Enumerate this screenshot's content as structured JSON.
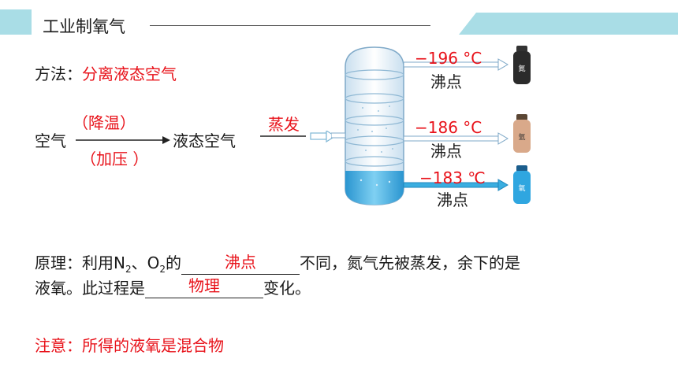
{
  "header": {
    "title": "工业制氧气"
  },
  "method": {
    "label": "方法：",
    "value": "分离液态空气"
  },
  "process": {
    "input": "空气",
    "condition_top": "（降温）",
    "condition_bottom": "（加压  ）",
    "output": "液态空气",
    "step": "蒸发"
  },
  "column": {
    "outputs": [
      {
        "temp": "−196 °C",
        "label": "沸点"
      },
      {
        "temp": "−186 °C",
        "label": "沸点"
      },
      {
        "temp": "−183 ℃",
        "label": "沸点"
      }
    ],
    "bottles": [
      "氮",
      "氩",
      "氧"
    ]
  },
  "principle": {
    "prefix": "原理：利用N",
    "sub1": "2",
    "sep": "、O",
    "sub2": "2",
    "mid": "的",
    "blank1": "沸点",
    "suffix1": "不同，氮气先被蒸发，余下的是",
    "line2_prefix": "液氧。此过程是",
    "blank2": "物理",
    "line2_suffix": "变化。"
  },
  "note": {
    "text": "注意：所得的液氧是混合物"
  },
  "colors": {
    "accent_red": "#e8121a",
    "header_teal": "#a9dde6",
    "liquid_blue": "#3aaee0"
  }
}
